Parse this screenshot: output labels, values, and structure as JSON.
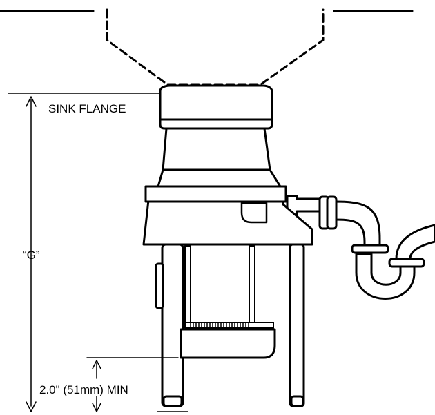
{
  "labels": {
    "sink_flange": "SINK FLANGE",
    "dimension_g": "“G”",
    "clearance_min": "2.0\" (51mm) MIN"
  },
  "colors": {
    "line": "#000000",
    "fill": "#ffffff"
  }
}
